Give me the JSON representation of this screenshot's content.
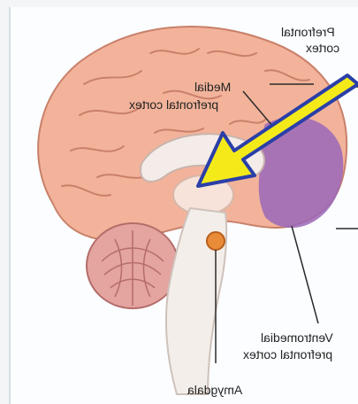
{
  "labels": {
    "prefrontal_line1": "Prefrontal",
    "prefrontal_line2": "cortex",
    "medial_line1": "Medial",
    "medial_line2": "prefrontal cortex",
    "ventromedial_line1": "Ventromedial",
    "ventromedial_line2": "prefrontal cortex",
    "amygdala": "Amygdala"
  },
  "colors": {
    "cortex": "#f2b39a",
    "gyri_lines": "#c9806a",
    "prefrontal_highlight": "#9b67b8",
    "white_matter": "#f4ece8",
    "brainstem": "#f3eee9",
    "cerebellum": "#e4a4a0",
    "amygdala": "#e98c3a",
    "arrow_fill": "#f4ea1a",
    "arrow_stroke": "#2a3fa8"
  }
}
